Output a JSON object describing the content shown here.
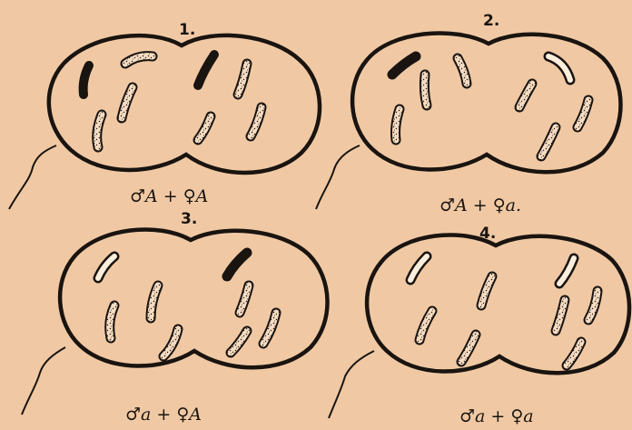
{
  "panels": [
    {
      "number": "1.",
      "label": "♂A + ♀A",
      "chromosomes": [
        {
          "shade": "dark"
        },
        {
          "shade": "speckled"
        },
        {
          "shade": "speckled"
        },
        {
          "shade": "speckled"
        },
        {
          "shade": "dark"
        },
        {
          "shade": "speckled"
        },
        {
          "shade": "speckled"
        },
        {
          "shade": "speckled"
        }
      ]
    },
    {
      "number": "2.",
      "label": "♂A + ♀a.",
      "chromosomes": [
        {
          "shade": "dark"
        },
        {
          "shade": "speckled"
        },
        {
          "shade": "speckled"
        },
        {
          "shade": "speckled"
        },
        {
          "shade": "light"
        },
        {
          "shade": "speckled"
        },
        {
          "shade": "speckled"
        },
        {
          "shade": "speckled"
        }
      ]
    },
    {
      "number": "3.",
      "label": "♂a + ♀A",
      "chromosomes": [
        {
          "shade": "light"
        },
        {
          "shade": "speckled"
        },
        {
          "shade": "speckled"
        },
        {
          "shade": "speckled"
        },
        {
          "shade": "dark"
        },
        {
          "shade": "speckled"
        },
        {
          "shade": "speckled"
        },
        {
          "shade": "speckled"
        }
      ]
    },
    {
      "number": "4.",
      "label": "♂a + ♀a",
      "chromosomes": [
        {
          "shade": "light"
        },
        {
          "shade": "speckled"
        },
        {
          "shade": "speckled"
        },
        {
          "shade": "speckled"
        },
        {
          "shade": "light"
        },
        {
          "shade": "speckled"
        },
        {
          "shade": "speckled"
        },
        {
          "shade": "speckled"
        }
      ]
    }
  ],
  "colors": {
    "background": "#f0c9a4",
    "ink": "#1a1410",
    "speckle_fill": "#f6dcc2",
    "light_fill": "#fbeedd"
  }
}
